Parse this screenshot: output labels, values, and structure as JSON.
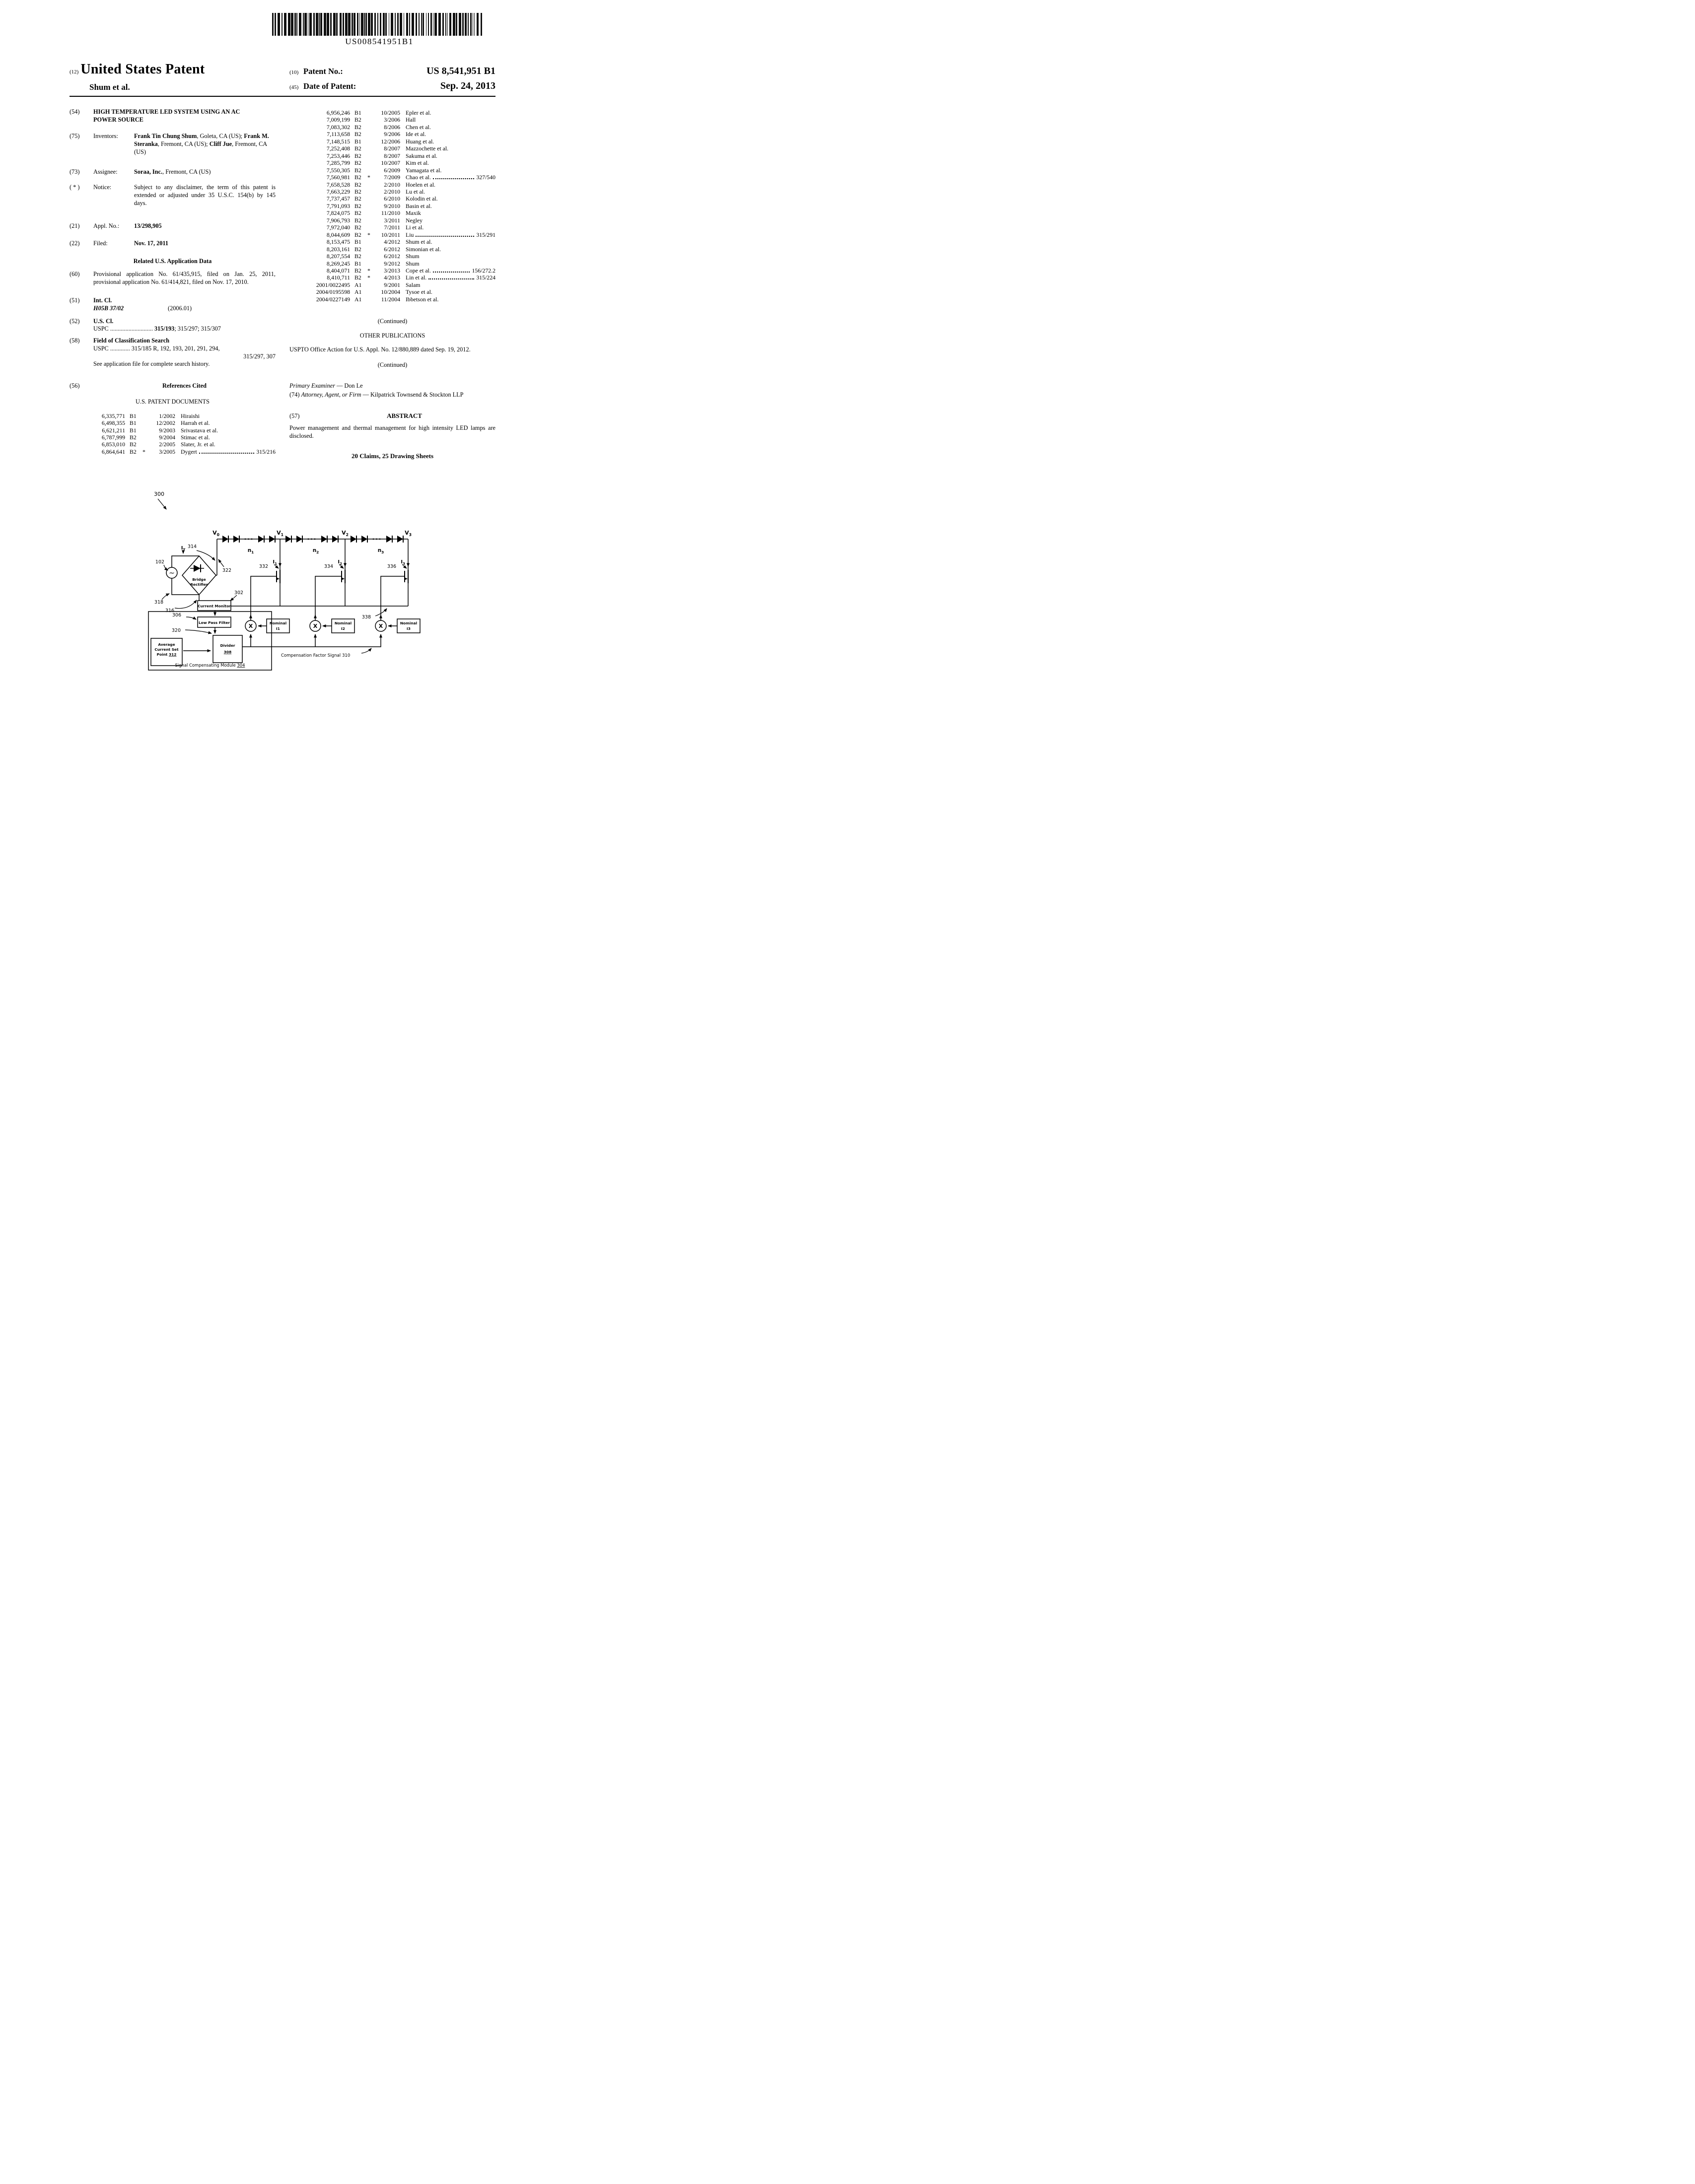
{
  "barcode_text": "US008541951B1",
  "header": {
    "kind_inid": "(12)",
    "title": "United States Patent",
    "party": "Shum et al.",
    "pn_inid": "(10)",
    "pn_label": "Patent No.:",
    "pn_value": "US 8,541,951 B1",
    "dp_inid": "(45)",
    "dp_label": "Date of Patent:",
    "dp_value": "Sep. 24, 2013"
  },
  "left": {
    "s54_num": "(54)",
    "s54_title": "HIGH TEMPERATURE LED SYSTEM USING AN AC POWER SOURCE",
    "s75_num": "(75)",
    "s75_label": "Inventors:",
    "s75_value": [
      {
        "t": "Frank Tin Chung Shum",
        "s": "b"
      },
      {
        "t": ", Goleta, CA (US); "
      },
      {
        "t": "Frank M. Steranka",
        "s": "b"
      },
      {
        "t": ", Fremont, CA (US); "
      },
      {
        "t": "Cliff Jue",
        "s": "b"
      },
      {
        "t": ", Fremont, CA (US)"
      }
    ],
    "s73_num": "(73)",
    "s73_label": "Assignee:",
    "s73_value": [
      {
        "t": "Soraa, Inc.",
        "s": "b"
      },
      {
        "t": ", Fremont, CA (US)"
      }
    ],
    "notice_num": "( * )",
    "notice_label": "Notice:",
    "notice_text": "Subject to any disclaimer, the term of this patent is extended or adjusted under 35 U.S.C. 154(b) by 145 days.",
    "s21_num": "(21)",
    "s21_label": "Appl. No.:",
    "s21_value": "13/298,905",
    "s22_num": "(22)",
    "s22_label": "Filed:",
    "s22_value": "Nov. 17, 2011",
    "related_head": "Related U.S. Application Data",
    "s60_num": "(60)",
    "s60_text": "Provisional application No. 61/435,915, filed on Jan. 25, 2011, provisional application No. 61/414,821, filed on Nov. 17, 2010.",
    "s51_num": "(51)",
    "s51_head": "Int. Cl.",
    "s51_line": [
      {
        "t": "H05B 37/02",
        "s": "bi intcl"
      },
      {
        "t": "(2006.01)"
      }
    ],
    "s52_num": "(52)",
    "s52_head": "U.S. Cl.",
    "s52_line": [
      {
        "t": "USPC"
      },
      {
        "t": " ............................ "
      },
      {
        "t": "315/193",
        "s": "b"
      },
      {
        "t": "; 315/297; 315/307"
      }
    ],
    "s58_num": "(58)",
    "s58_head": "Field of Classification Search",
    "s58_line1": [
      {
        "t": "USPC"
      },
      {
        "t": " ............. "
      },
      {
        "t": "315/185 R, 192, 193, 201, 291, 294,"
      }
    ],
    "s58_line2": "315/297, 307",
    "s58_line3": "See application file for complete search history.",
    "s56_num": "(56)",
    "s56_head": "References Cited",
    "uspd_head": "U.S. PATENT DOCUMENTS"
  },
  "refs": {
    "left": [
      [
        "6,335,771",
        "B1",
        "",
        "1/2002",
        "Hiraishi",
        ""
      ],
      [
        "6,498,355",
        "B1",
        "",
        "12/2002",
        "Harrah et al.",
        ""
      ],
      [
        "6,621,211",
        "B1",
        "",
        "9/2003",
        "Srivastava et al.",
        ""
      ],
      [
        "6,787,999",
        "B2",
        "",
        "9/2004",
        "Stimac et al.",
        ""
      ],
      [
        "6,853,010",
        "B2",
        "",
        "2/2005",
        "Slater, Jr. et al.",
        ""
      ],
      [
        "6,864,641",
        "B2",
        "*",
        "3/2005",
        "Dygert",
        "315/216"
      ]
    ],
    "right": [
      [
        "6,956,246",
        "B1",
        "",
        "10/2005",
        "Epler et al.",
        ""
      ],
      [
        "7,009,199",
        "B2",
        "",
        "3/2006",
        "Hall",
        ""
      ],
      [
        "7,083,302",
        "B2",
        "",
        "8/2006",
        "Chen et al.",
        ""
      ],
      [
        "7,113,658",
        "B2",
        "",
        "9/2006",
        "Ide et al.",
        ""
      ],
      [
        "7,148,515",
        "B1",
        "",
        "12/2006",
        "Huang et al.",
        ""
      ],
      [
        "7,252,408",
        "B2",
        "",
        "8/2007",
        "Mazzochette et al.",
        ""
      ],
      [
        "7,253,446",
        "B2",
        "",
        "8/2007",
        "Sakuma et al.",
        ""
      ],
      [
        "7,285,799",
        "B2",
        "",
        "10/2007",
        "Kim et al.",
        ""
      ],
      [
        "7,550,305",
        "B2",
        "",
        "6/2009",
        "Yamagata et al.",
        ""
      ],
      [
        "7,560,981",
        "B2",
        "*",
        "7/2009",
        "Chao et al.",
        "327/540"
      ],
      [
        "7,658,528",
        "B2",
        "",
        "2/2010",
        "Hoelen et al.",
        ""
      ],
      [
        "7,663,229",
        "B2",
        "",
        "2/2010",
        "Lu et al.",
        ""
      ],
      [
        "7,737,457",
        "B2",
        "",
        "6/2010",
        "Kolodin et al.",
        ""
      ],
      [
        "7,791,093",
        "B2",
        "",
        "9/2010",
        "Basin et al.",
        ""
      ],
      [
        "7,824,075",
        "B2",
        "",
        "11/2010",
        "Maxik",
        ""
      ],
      [
        "7,906,793",
        "B2",
        "",
        "3/2011",
        "Negley",
        ""
      ],
      [
        "7,972,040",
        "B2",
        "",
        "7/2011",
        "Li et al.",
        ""
      ],
      [
        "8,044,609",
        "B2",
        "*",
        "10/2011",
        "Liu",
        "315/291"
      ],
      [
        "8,153,475",
        "B1",
        "",
        "4/2012",
        "Shum et al.",
        ""
      ],
      [
        "8,203,161",
        "B2",
        "",
        "6/2012",
        "Simonian et al.",
        ""
      ],
      [
        "8,207,554",
        "B2",
        "",
        "6/2012",
        "Shum",
        ""
      ],
      [
        "8,269,245",
        "B1",
        "",
        "9/2012",
        "Shum",
        ""
      ],
      [
        "8,404,071",
        "B2",
        "*",
        "3/2013",
        "Cope et al.",
        "156/272.2"
      ],
      [
        "8,410,711",
        "B2",
        "*",
        "4/2013",
        "Lin et al.",
        "315/224"
      ],
      [
        "2001/0022495",
        "A1",
        "",
        "9/2001",
        "Salam",
        ""
      ],
      [
        "2004/0195598",
        "A1",
        "",
        "10/2004",
        "Tysoe et al.",
        ""
      ],
      [
        "2004/0227149",
        "A1",
        "",
        "11/2004",
        "Ibbetson et al.",
        ""
      ]
    ]
  },
  "right": {
    "continued1": "(Continued)",
    "other_pubs_head": "OTHER PUBLICATIONS",
    "uspto_text": "USPTO Office Action for U.S. Appl. No. 12/880,889 dated Sep. 19, 2012.",
    "continued2": "(Continued)",
    "examiner_line": [
      {
        "t": "Primary Examiner",
        "s": "i"
      },
      {
        "t": " — Don Le"
      }
    ],
    "attorney_line": [
      {
        "t": "(74) "
      },
      {
        "t": "Attorney, Agent, or Firm",
        "s": "i"
      },
      {
        "t": " — Kilpatrick Townsend & Stockton LLP"
      }
    ],
    "abstract_num": "(57)",
    "abstract_head": "ABSTRACT",
    "abstract_text": "Power management and thermal management for high intensity LED lamps are disclosed.",
    "claims_line": "20 Claims, 25 Drawing Sheets"
  },
  "fig": {
    "num": "300",
    "v": [
      {
        "main": "V",
        "sub": "0"
      },
      {
        "main": "V",
        "sub": "1"
      },
      {
        "main": "V",
        "sub": "2"
      },
      {
        "main": "V",
        "sub": "3"
      }
    ],
    "n": [
      {
        "main": "n",
        "sub": "1"
      },
      {
        "main": "n",
        "sub": "2"
      },
      {
        "main": "n",
        "sub": "3"
      }
    ],
    "i": [
      {
        "main": "I",
        "sub": "1"
      },
      {
        "main": "I",
        "sub": "2"
      },
      {
        "main": "I",
        "sub": "3"
      }
    ],
    "it": {
      "main": "I",
      "sub": "T"
    },
    "mult": "X",
    "refs": {
      "r102": "102",
      "r302": "302",
      "r306": "306",
      "r310": "310",
      "r312": "312",
      "r314": "314",
      "r316": "316",
      "r318": "318",
      "r320": "320",
      "r322": "322",
      "r332": "332",
      "r334": "334",
      "r336": "336",
      "r338": "338",
      "r304": "304",
      "r308": "308"
    },
    "boxes": {
      "bridge1": "Bridge",
      "bridge2": "Rectifier",
      "cm": "Current Monitor",
      "lpf": "Low Pass Filter",
      "acsp1": "Average",
      "acsp2": "Current Set",
      "acsp3": "Point ",
      "div1": "Divider",
      "module": "Signal Compensating Module ",
      "comp": "Compensation Factor Signal ",
      "nom1a": "Nominal",
      "nom1b": "I1",
      "nom2a": "Nominal",
      "nom2b": "I2",
      "nom3a": "Nominal",
      "nom3b": "I3"
    }
  }
}
